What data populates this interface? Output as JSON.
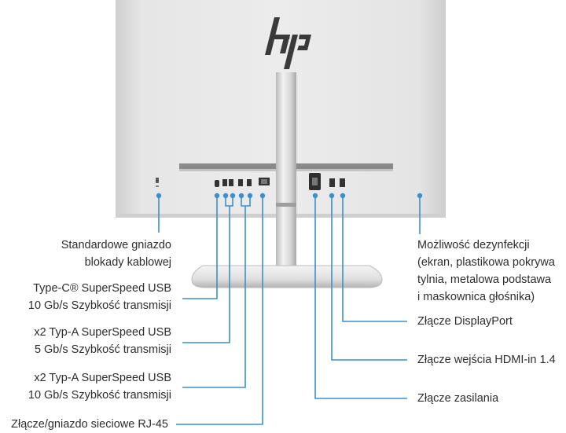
{
  "brand": {
    "logo": "hp"
  },
  "colors": {
    "callout": "#3a8fd0",
    "panel": "#e4e4e4",
    "text": "#2d2d2d"
  },
  "labels": {
    "lock_slot": [
      "Standardowe gniazdo",
      "blokady kablowej"
    ],
    "usb_c": [
      "Type-C® SuperSpeed USB",
      "10 Gb/s Szybkość transmisji"
    ],
    "usb_a_5": [
      "x2 Typ-A SuperSpeed USB",
      "5 Gb/s Szybkość transmisji"
    ],
    "usb_a_10": [
      "x2 Typ-A SuperSpeed USB",
      "10 Gb/s Szybkość transmisji"
    ],
    "rj45": [
      "Złącze/gniazdo sieciowe RJ-45"
    ],
    "disinfection": [
      "Możliwość dezynfekcji",
      "(ekran, plastikowa pokrywa",
      "tylnia, metalowa podstawa",
      "i maskownica głośnika)"
    ],
    "displayport": [
      "Złącze DisplayPort"
    ],
    "hdmi_in": [
      "Złącze wejścia HDMI-in 1.4"
    ],
    "power": [
      "Złącze zasilania"
    ]
  }
}
